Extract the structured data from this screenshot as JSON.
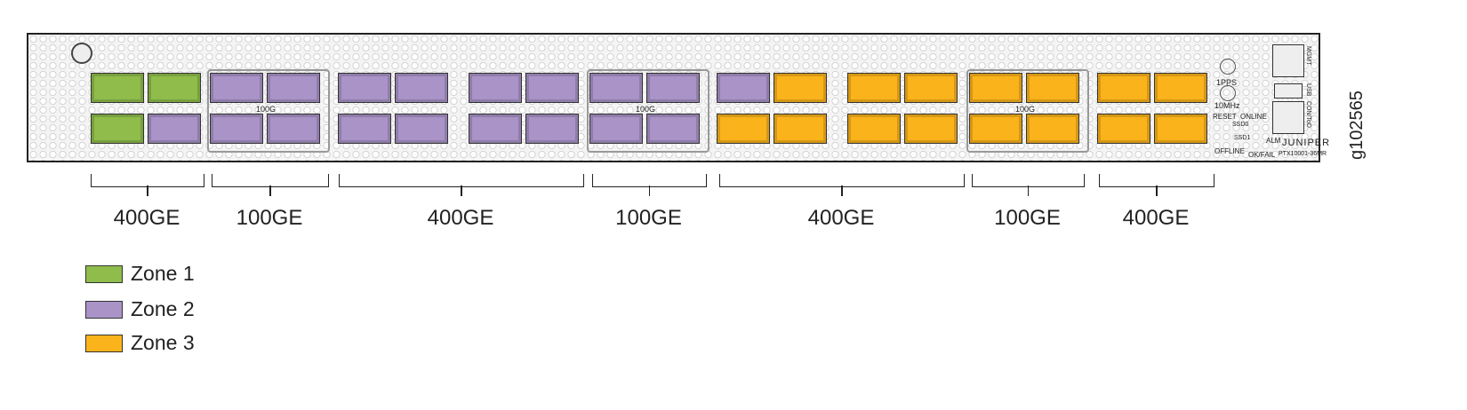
{
  "colors": {
    "zone1": "#8fbc4a",
    "zone2": "#a993c7",
    "zone3": "#fbb31b"
  },
  "ports": {
    "top": [
      1,
      1,
      2,
      2,
      2,
      2,
      2,
      2,
      2,
      2,
      2,
      3,
      3,
      3,
      3,
      3,
      3,
      3
    ],
    "bottom": [
      1,
      2,
      2,
      2,
      2,
      2,
      2,
      2,
      2,
      2,
      3,
      3,
      3,
      3,
      3,
      3,
      3,
      3
    ]
  },
  "port_groups": [
    {
      "label": "400GE"
    },
    {
      "label": "100GE"
    },
    {
      "label": "400GE"
    },
    {
      "label": "100GE"
    },
    {
      "label": "400GE"
    },
    {
      "label": "100GE"
    },
    {
      "label": "400GE"
    }
  ],
  "panel_labels": {
    "g100": "100G",
    "pps": "1PPS",
    "mhz": "10MHz",
    "reset": "RESET",
    "online": "ONLINE",
    "ssd0": "SSD0",
    "ssd1": "SSD1",
    "alm": "ALM",
    "offline": "OFFLINE",
    "okfail": "OK/FAIL",
    "mgmt": "MGMT",
    "usb": "USB",
    "con": "CON/ToD",
    "brand": "JUNIPER",
    "model": "PTX10001-36MR"
  },
  "legend": [
    {
      "label": "Zone 1"
    },
    {
      "label": "Zone 2"
    },
    {
      "label": "Zone 3"
    }
  ],
  "figure_id": "g102565"
}
